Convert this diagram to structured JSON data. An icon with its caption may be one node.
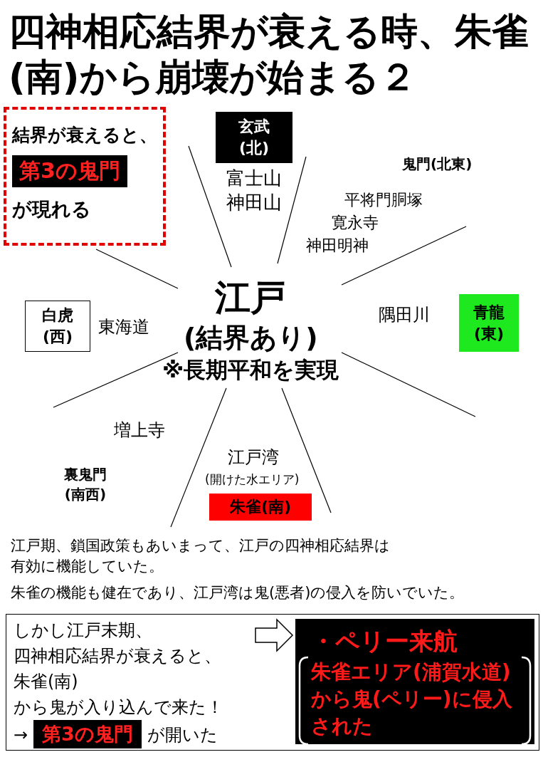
{
  "diagram": {
    "title": "四神相応結界が衰える時、朱雀(南)から崩壊が始まる２",
    "nodes": [
      {
        "text": [
          "結界が衰えると、",
          "が現れる"
        ]
      },
      {
        "text": [
          "第3の鬼門"
        ],
        "in": 0
      },
      {
        "text": [
          "玄武(北)"
        ]
      },
      {
        "text": [
          "白虎(西)"
        ]
      },
      {
        "text": [
          "青龍(東)"
        ]
      },
      {
        "text": [
          "朱雀(南)"
        ]
      },
      {
        "text": [],
        "shape": "box"
      },
      {
        "text": [
          "しかし江戸末期、四神相応結界が衰えると、朱雀(南)から鬼が入り込んで来た！",
          "→",
          "が開いた"
        ],
        "in": 6
      },
      {
        "text": [
          "第3の鬼門"
        ],
        "in": 7
      },
      {
        "text": [
          "・ペリー来航",
          "朱雀エリア(浦賀水道)から鬼(ペリー)に侵入された"
        ],
        "in": 6
      }
    ],
    "edges": [
      {
        "from": 7,
        "to": 9,
        "arrow": "to"
      }
    ],
    "labels": [
      "富士山",
      "神田山",
      "鬼門(北東)",
      "平将門胴塚",
      "寛永寺",
      "神田明神",
      "江戸",
      "(結界あり)",
      "※長期平和を実現",
      "東海道",
      "隅田川",
      "増上寺",
      "江戸湾",
      "(開けた水エリア)",
      "裏鬼門(南西)",
      "江戸期、鎖国政策もあいまって、江戸の四神相応結界は有効に機能していた。",
      "朱雀の機能も健在であり、江戸湾は鬼(悪者)の侵入を防いでいた。"
    ]
  }
}
